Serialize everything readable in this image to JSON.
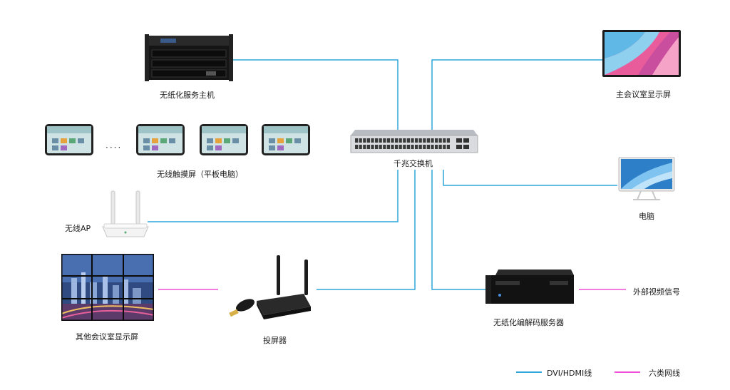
{
  "colors": {
    "dvi_hdmi": "#2ea6dc",
    "cat6": "#f04fd8"
  },
  "nodes": {
    "server_host": {
      "label": "无纸化服务主机",
      "icon": "rack-server-icon"
    },
    "tablets": {
      "label": "无线触摸屏（平板电脑）",
      "ellipsis": "····",
      "icon": "tablet-icon"
    },
    "wireless_ap": {
      "label": "无线AP",
      "icon": "router-icon"
    },
    "other_display": {
      "label": "其他会议室显示屏",
      "icon": "video-wall-icon"
    },
    "projector": {
      "label": "投屏器",
      "icon": "screen-cast-box-icon"
    },
    "switch": {
      "label": "千兆交换机",
      "icon": "network-switch-icon"
    },
    "main_display": {
      "label": "主会议室显示屏",
      "icon": "monitor-icon"
    },
    "computer": {
      "label": "电脑",
      "icon": "monitor-icon"
    },
    "codec_server": {
      "label": "无纸化编解码服务器",
      "icon": "rack-server-icon"
    },
    "external_signal": {
      "label": "外部视频信号"
    }
  },
  "legend": [
    {
      "label": "DVI/HDMI线",
      "color": "#2ea6dc"
    },
    {
      "label": "六类网线",
      "color": "#f04fd8"
    }
  ]
}
